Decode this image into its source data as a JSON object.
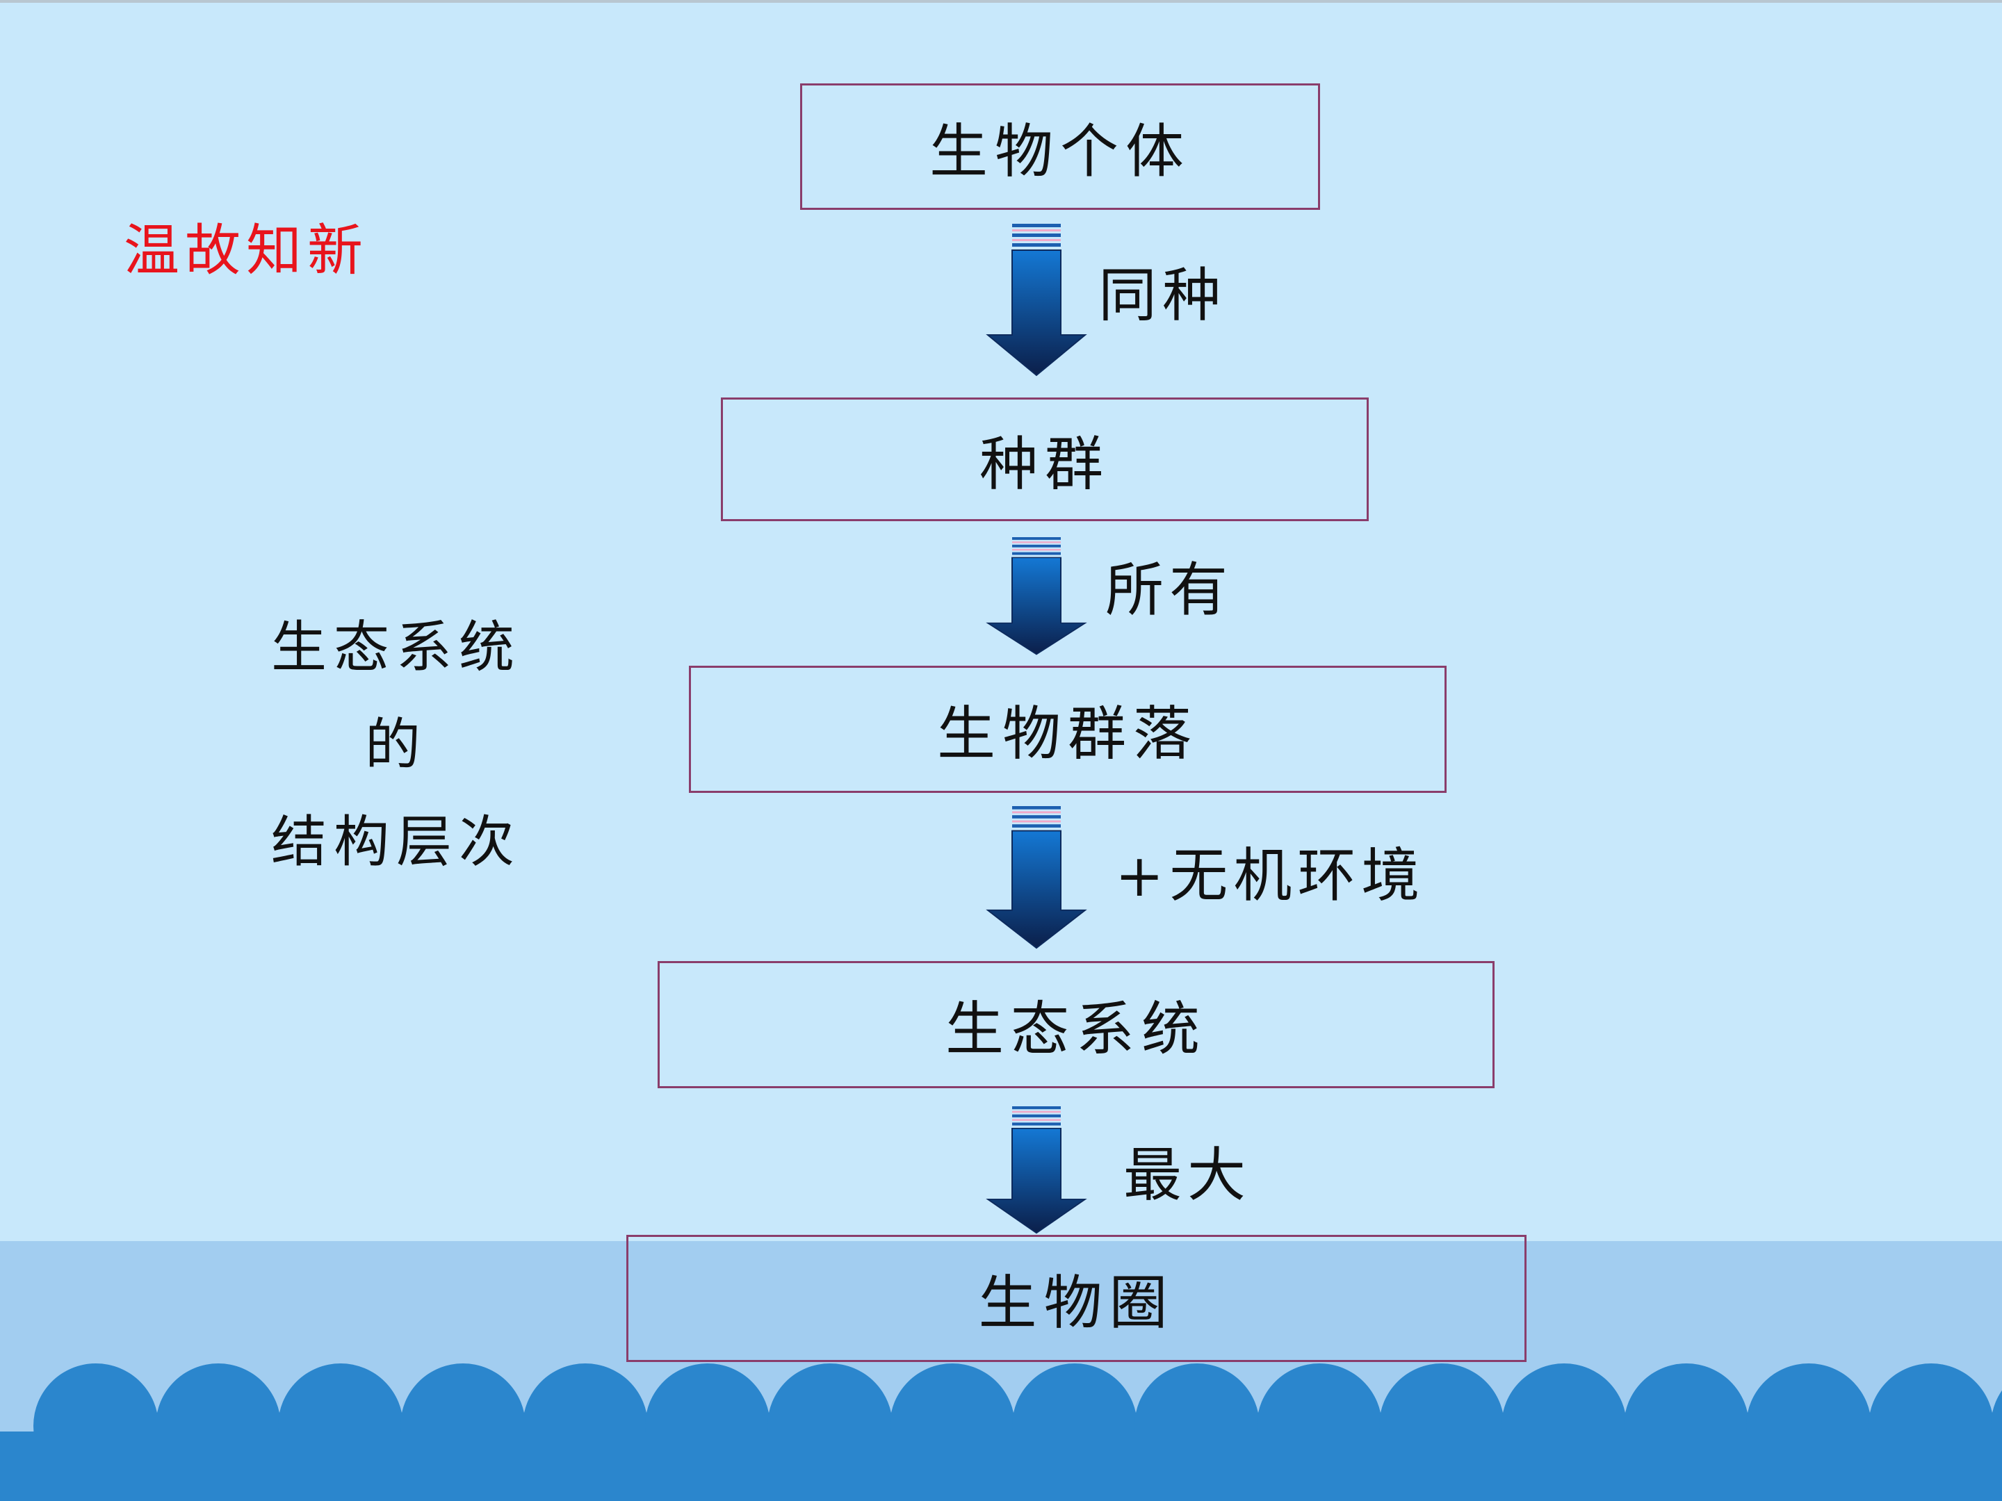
{
  "slide": {
    "review_label": "温故知新",
    "side_title": {
      "line1": "生态系统",
      "line2": "的",
      "line3": "结构层次"
    },
    "levels": [
      "生物个体",
      "种群",
      "生物群落",
      "生态系统",
      "生物圈"
    ],
    "connectors": [
      "同种",
      "所有",
      "+无机环境",
      "最大"
    ]
  },
  "colors": {
    "background": "#c8e8fb",
    "bottom_band": "#a2cdf0",
    "waves": "#2b86cd",
    "box_border": "#8a3d6b",
    "review_text": "#e8141c",
    "arrow_top": "#1478d4",
    "arrow_bottom": "#0b1f4a"
  }
}
